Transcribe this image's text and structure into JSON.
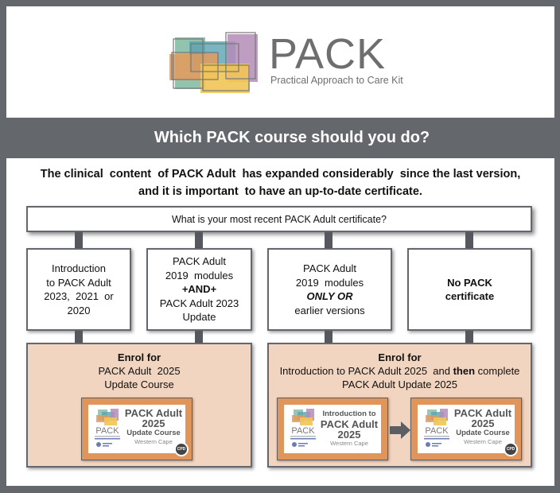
{
  "logo": {
    "wordmark": "PACK",
    "tagline": "Practical Approach to Care Kit",
    "colors": [
      "#7fb9a0",
      "#5aa3b2",
      "#b48cb8",
      "#e59a5b",
      "#f2c555"
    ]
  },
  "header": {
    "title": "Which PACK course should you do?"
  },
  "intro": {
    "line1": "The clinical  content  of PACK Adult  has expanded considerably  since the last version,",
    "line2": "and it is important  to have an up-to-date certificate."
  },
  "question": "What is your most recent PACK Adult certificate?",
  "options": [
    {
      "lines": [
        "Introduction",
        "to PACK Adult",
        "2023,  2021  or",
        "2020"
      ]
    },
    {
      "lines": [
        "PACK Adult",
        "2019  modules"
      ],
      "emphasis": "+AND+",
      "tail": [
        "PACK Adult 2023",
        "Update"
      ]
    },
    {
      "lines": [
        "PACK Adult",
        "2019  modules"
      ],
      "emphasis": "ONLY OR",
      "tail": [
        "earlier versions"
      ]
    },
    {
      "bold_lines": [
        "No PACK",
        "certificate"
      ]
    }
  ],
  "outcomes": [
    {
      "heading": "Enrol for",
      "lines": [
        "PACK Adult  2025",
        "Update Course"
      ],
      "cards": [
        {
          "pre": "",
          "title": "PACK Adult",
          "year": "2025",
          "sub": "Update Course",
          "region": "Western Cape",
          "badge": "CPD"
        }
      ]
    },
    {
      "heading": "Enrol for",
      "line_pre": "Introduction to PACK Adult 2025  and ",
      "line_bold": "then",
      "line_post": " complete",
      "line2": "PACK Adult Update 2025",
      "cards": [
        {
          "pre": "Introduction to",
          "title": "PACK Adult",
          "year": "2025",
          "sub": "",
          "region": "Western Cape",
          "badge": ""
        },
        {
          "pre": "",
          "title": "PACK Adult",
          "year": "2025",
          "sub": "Update Course",
          "region": "Western Cape",
          "badge": "CPD"
        }
      ],
      "connector_icon": "right-arrow-icon"
    }
  ],
  "card_logo_word": "PACK",
  "colors": {
    "frame": "#64686d",
    "outcome_bg": "#f2d5c0",
    "card_border": "#e0965a"
  }
}
